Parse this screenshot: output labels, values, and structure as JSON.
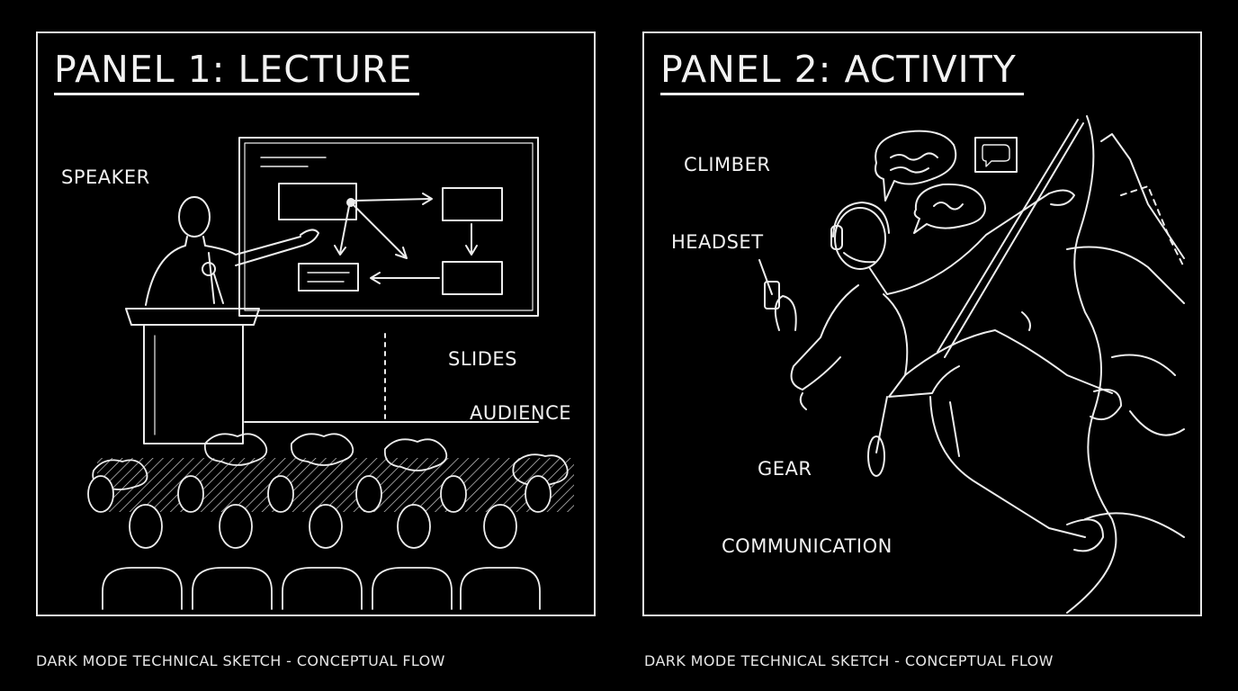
{
  "panels": [
    {
      "title": "PANEL 1: LECTURE",
      "labels": {
        "speaker": "SPEAKER",
        "slides": "SLIDES",
        "audience": "AUDIENCE"
      }
    },
    {
      "title": "PANEL 2: ACTIVITY",
      "labels": {
        "climber": "CLIMBER",
        "headset": "HEADSET",
        "gear": "GEAR",
        "communication": "COMMUNICATION"
      }
    }
  ],
  "footer": {
    "left": "DARK MODE TECHNICAL SKETCH - CONCEPTUAL FLOW",
    "right": "DARK MODE TECHNICAL SKETCH - CONCEPTUAL FLOW"
  },
  "colors": {
    "background": "#000000",
    "ink": "#f2f2f2"
  }
}
